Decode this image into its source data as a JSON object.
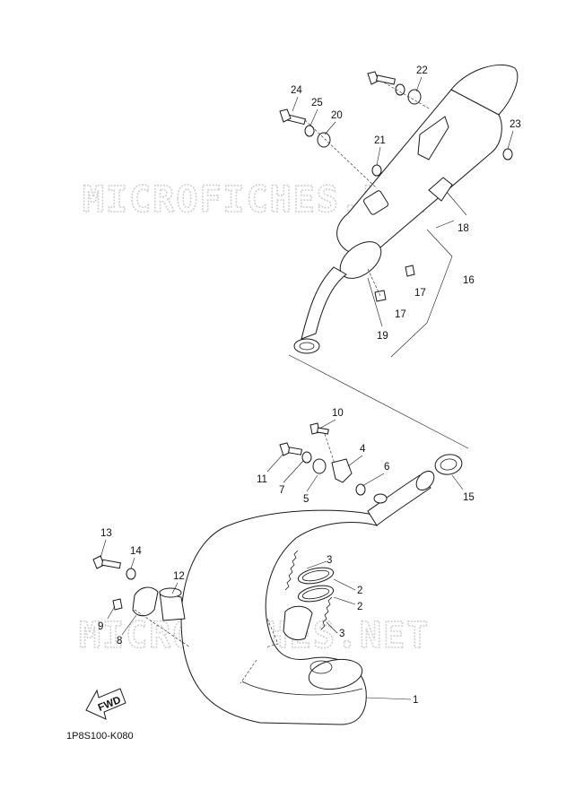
{
  "watermark_text": "MICROFICHES.NET",
  "drawing_code": "1P8S100-K080",
  "fwd_label": "FWD",
  "callouts": {
    "c1": "1",
    "c2a": "2",
    "c2b": "2",
    "c3a": "3",
    "c3b": "3",
    "c4": "4",
    "c5": "5",
    "c6": "6",
    "c7": "7",
    "c8": "8",
    "c9": "9",
    "c10": "10",
    "c11": "11",
    "c12": "12",
    "c13": "13",
    "c14": "14",
    "c15": "15",
    "c16": "16",
    "c17a": "17",
    "c17b": "17",
    "c18": "18",
    "c19": "19",
    "c20": "20",
    "c21": "21",
    "c22": "22",
    "c23": "23",
    "c24": "24",
    "c25": "25"
  }
}
